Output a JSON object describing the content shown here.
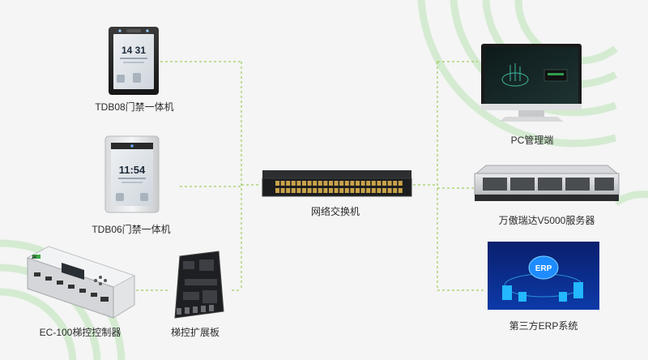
{
  "colors": {
    "background": "#f4f5f4",
    "connector_line": "#8fc23a",
    "decor_arcs": "#bde3b8"
  },
  "devices": {
    "tdb08": {
      "label": "TDB08门禁一体机",
      "time": "14 31",
      "icon": "face-recognition-terminal-icon"
    },
    "tdb06": {
      "label": "TDB06门禁一体机",
      "time": "11:54",
      "icon": "face-recognition-terminal-icon"
    },
    "ec100": {
      "label": "EC-100梯控控制器",
      "brand": "ZK",
      "icon": "elevator-controller-icon"
    },
    "board": {
      "label": "梯控扩展板",
      "icon": "circuit-board-icon"
    },
    "switch": {
      "label": "网络交换机",
      "icon": "network-switch-icon"
    },
    "pc": {
      "label": "PC管理端",
      "icon": "desktop-monitor-icon"
    },
    "server": {
      "label": "万傲瑞达V5000服务器",
      "icon": "rack-server-icon"
    },
    "erp": {
      "label": "第三方ERP系统",
      "badge": "ERP",
      "icon": "erp-cloud-icon"
    }
  }
}
